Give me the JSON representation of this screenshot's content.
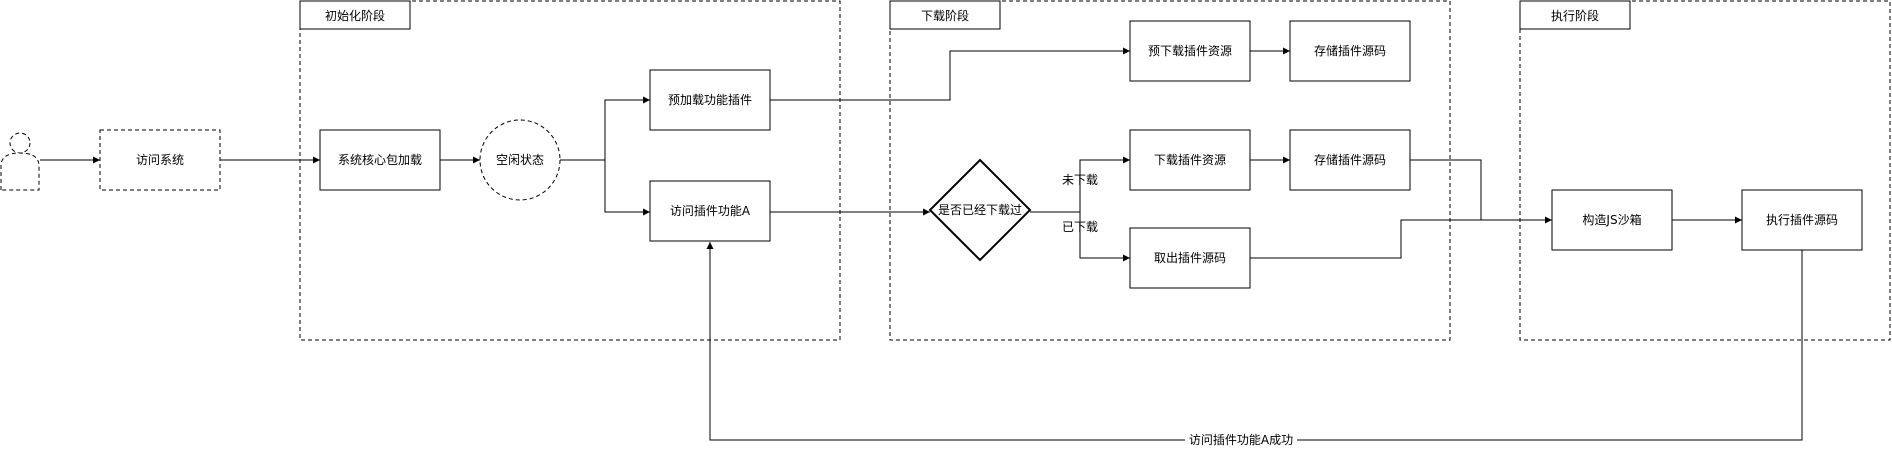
{
  "phases": {
    "init": "初始化阶段",
    "download": "下载阶段",
    "execute": "执行阶段"
  },
  "nodes": {
    "access_system": "访问系统",
    "core_load": "系统核心包加载",
    "idle": "空闲状态",
    "preload_plugin": "预加载功能插件",
    "access_plugin_a": "访问插件功能A",
    "predownload_resource": "预下载插件资源",
    "store_source_top": "存储插件源码",
    "download_resource": "下载插件资源",
    "store_source_mid": "存储插件源码",
    "fetch_source": "取出插件源码",
    "decision": "是否已经下载过",
    "build_sandbox": "构造JS沙箱",
    "execute_source": "执行插件源码"
  },
  "edge_labels": {
    "not_downloaded": "未下载",
    "downloaded": "已下载",
    "success": "访问插件功能A成功"
  }
}
